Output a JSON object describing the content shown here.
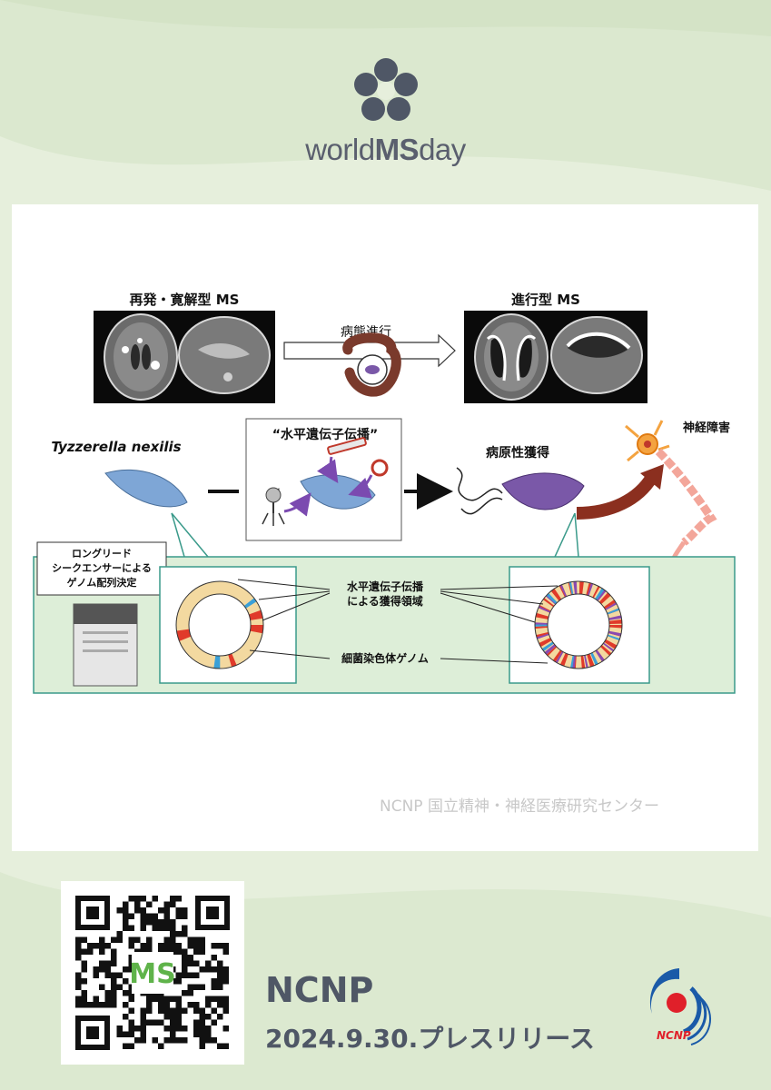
{
  "logo": {
    "text_light": "world",
    "text_bold": "MS",
    "text_end": "day"
  },
  "figure": {
    "rrms_label": "再発・寛解型 MS",
    "progressive_label": "進行型 MS",
    "progression_label": "病態進行",
    "species_label": "Tyzzerella nexilis",
    "hgt_label": "“水平遺伝子伝播”",
    "pathogenic_label": "病原性獲得",
    "neuro_label": "神経障害",
    "sequencer_label": [
      "ロングリード",
      "シークエンサーによる",
      "ゲノム配列決定"
    ],
    "acquired_region_label": [
      "水平遺伝子伝播",
      "による獲得領域"
    ],
    "chromosome_label": "細菌染色体ゲノム"
  },
  "credit": "NCNP 国立精神・神経医療研究センター",
  "qr": {
    "center_text": "MS"
  },
  "footer": {
    "org": "NCNP",
    "date": "2024.9.30.プレスリリース",
    "logo_text": "NCNP"
  },
  "colors": {
    "background": "#e6efdc",
    "panel": "#ffffff",
    "text": "#4f5766",
    "box_fill": "#ddeed8",
    "box_border": "#3a9a8a"
  }
}
